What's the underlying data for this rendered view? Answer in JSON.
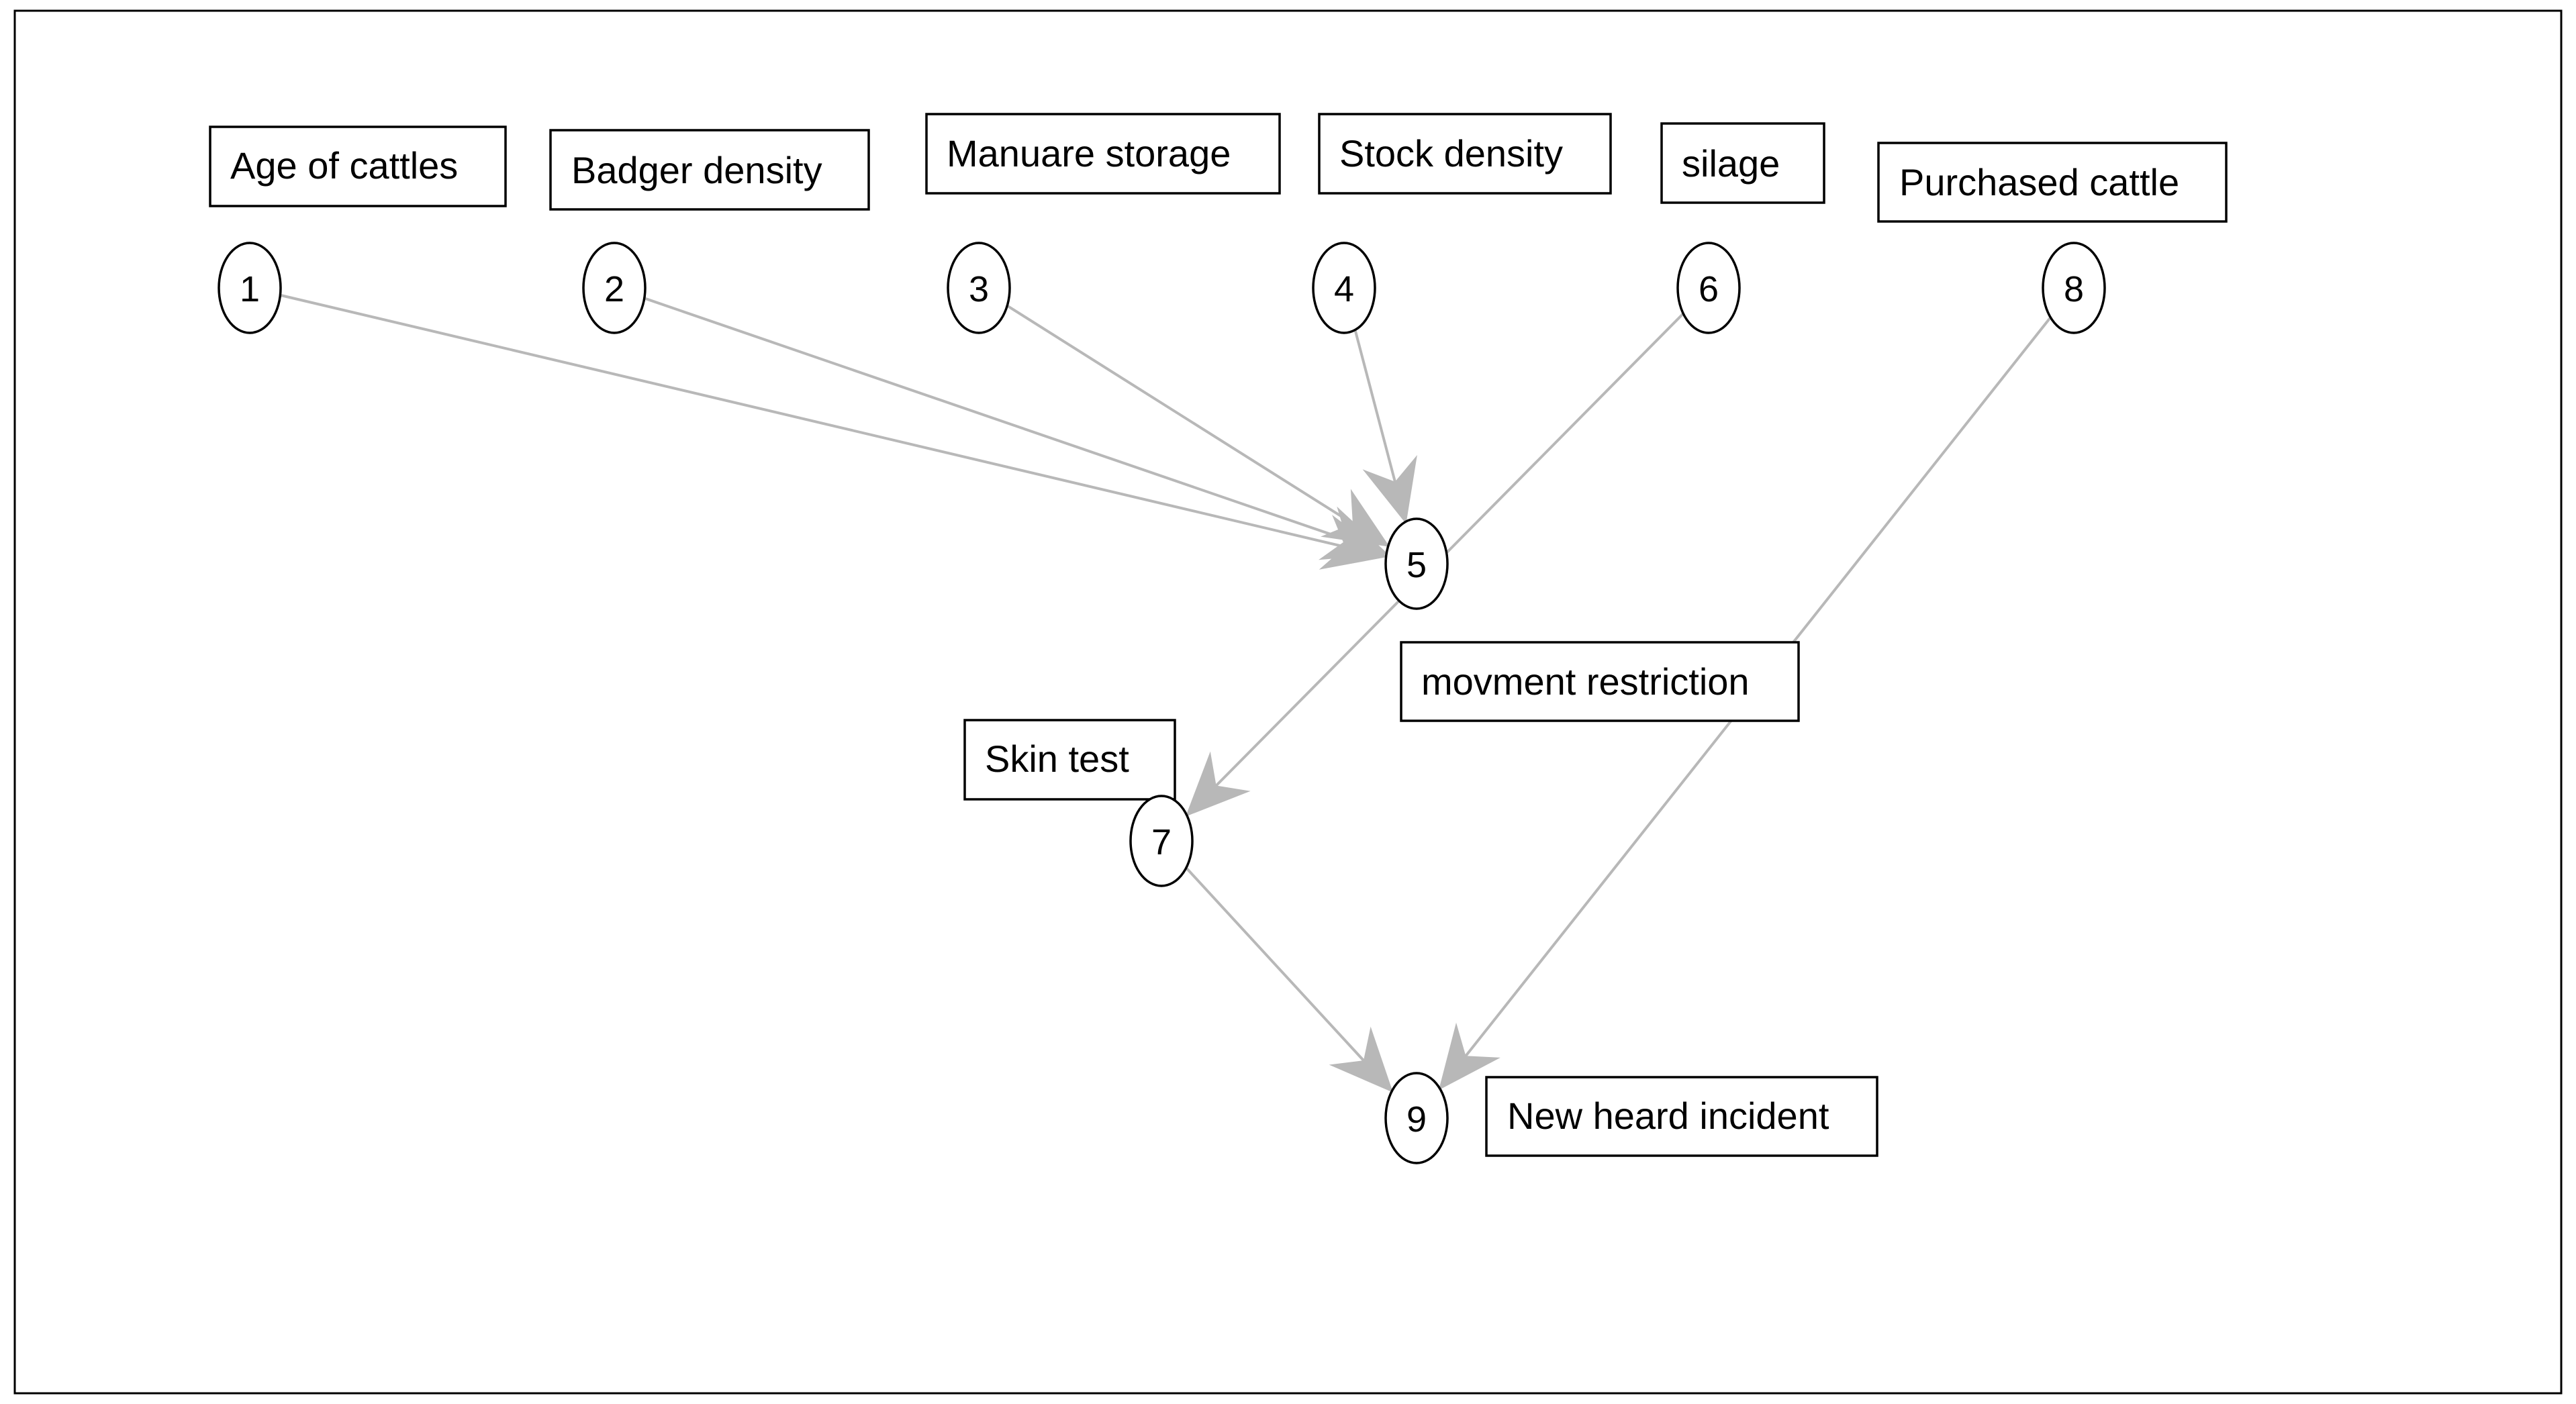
{
  "nodes": [
    {
      "id": "1",
      "label": "Age of cattles"
    },
    {
      "id": "2",
      "label": "Badger density"
    },
    {
      "id": "3",
      "label": "Manuare storage"
    },
    {
      "id": "4",
      "label": "Stock density"
    },
    {
      "id": "5",
      "label": "movment restriction"
    },
    {
      "id": "6",
      "label": "silage"
    },
    {
      "id": "7",
      "label": "Skin test"
    },
    {
      "id": "8",
      "label": "Purchased cattle"
    },
    {
      "id": "9",
      "label": "New heard incident"
    }
  ],
  "edges": [
    {
      "from": "1",
      "to": "5"
    },
    {
      "from": "2",
      "to": "5"
    },
    {
      "from": "3",
      "to": "5"
    },
    {
      "from": "4",
      "to": "5"
    },
    {
      "from": "6",
      "to": "7"
    },
    {
      "from": "7",
      "to": "9"
    },
    {
      "from": "8",
      "to": "9"
    }
  ],
  "colors": {
    "edge": "#b8b8b8",
    "outline": "#000000",
    "background": "#ffffff"
  }
}
